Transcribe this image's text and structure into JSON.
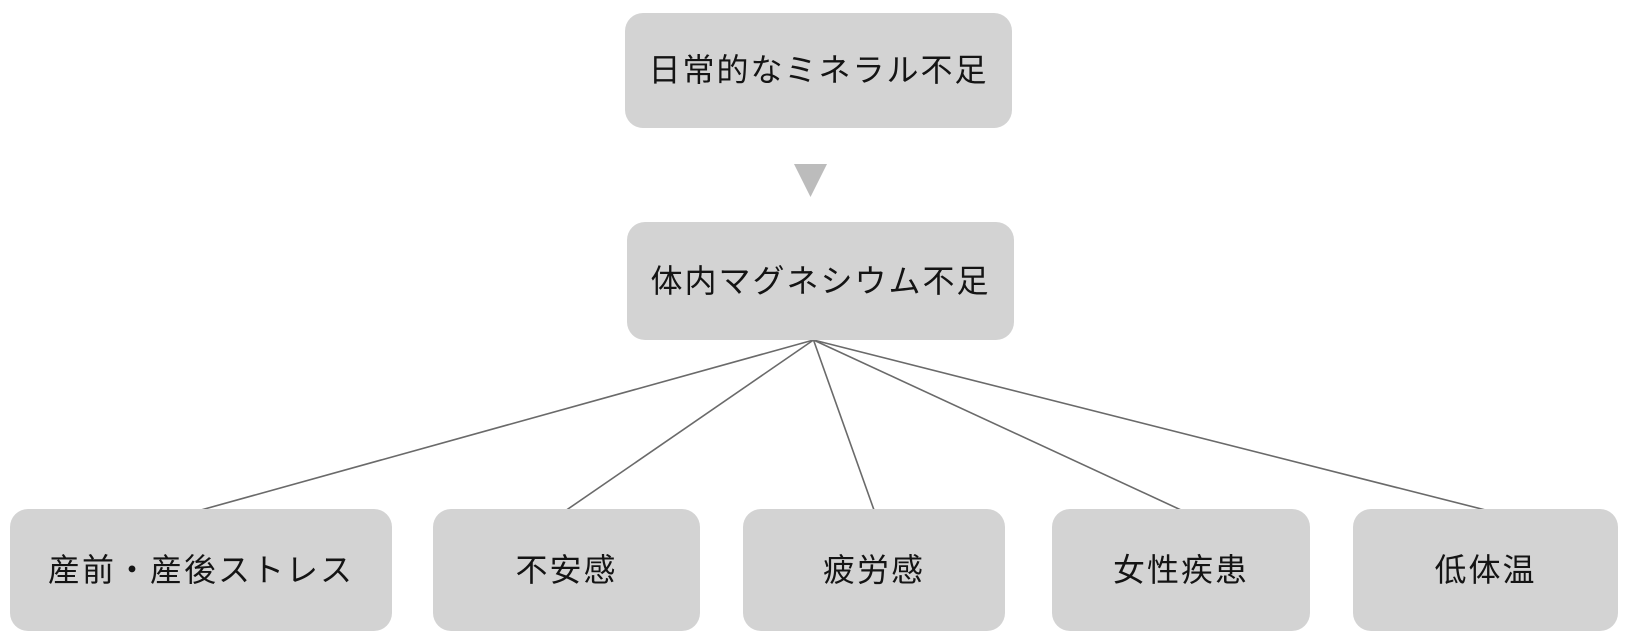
{
  "diagram": {
    "type": "flowchart",
    "nodes": {
      "root": {
        "id": "root",
        "label": "日常的なミネラル不足"
      },
      "cause": {
        "id": "cause",
        "label": "体内マグネシウム不足"
      },
      "effects": [
        {
          "id": "effect-0",
          "label": "産前・産後ストレス"
        },
        {
          "id": "effect-1",
          "label": "不安感"
        },
        {
          "id": "effect-2",
          "label": "疲労感"
        },
        {
          "id": "effect-3",
          "label": "女性疾患"
        },
        {
          "id": "effect-4",
          "label": "低体温"
        }
      ]
    },
    "edges": [
      {
        "from": "root",
        "to": "cause",
        "style": "triangle-arrow"
      },
      {
        "from": "cause",
        "to": "effect-0",
        "style": "line"
      },
      {
        "from": "cause",
        "to": "effect-1",
        "style": "line"
      },
      {
        "from": "cause",
        "to": "effect-2",
        "style": "line"
      },
      {
        "from": "cause",
        "to": "effect-3",
        "style": "line"
      },
      {
        "from": "cause",
        "to": "effect-4",
        "style": "line"
      }
    ],
    "colors": {
      "background": "#ffffff",
      "node_fill": "#d3d3d3",
      "text": "#141414",
      "connector": "#6a6a6a",
      "arrow": "#bcbcbc"
    }
  }
}
